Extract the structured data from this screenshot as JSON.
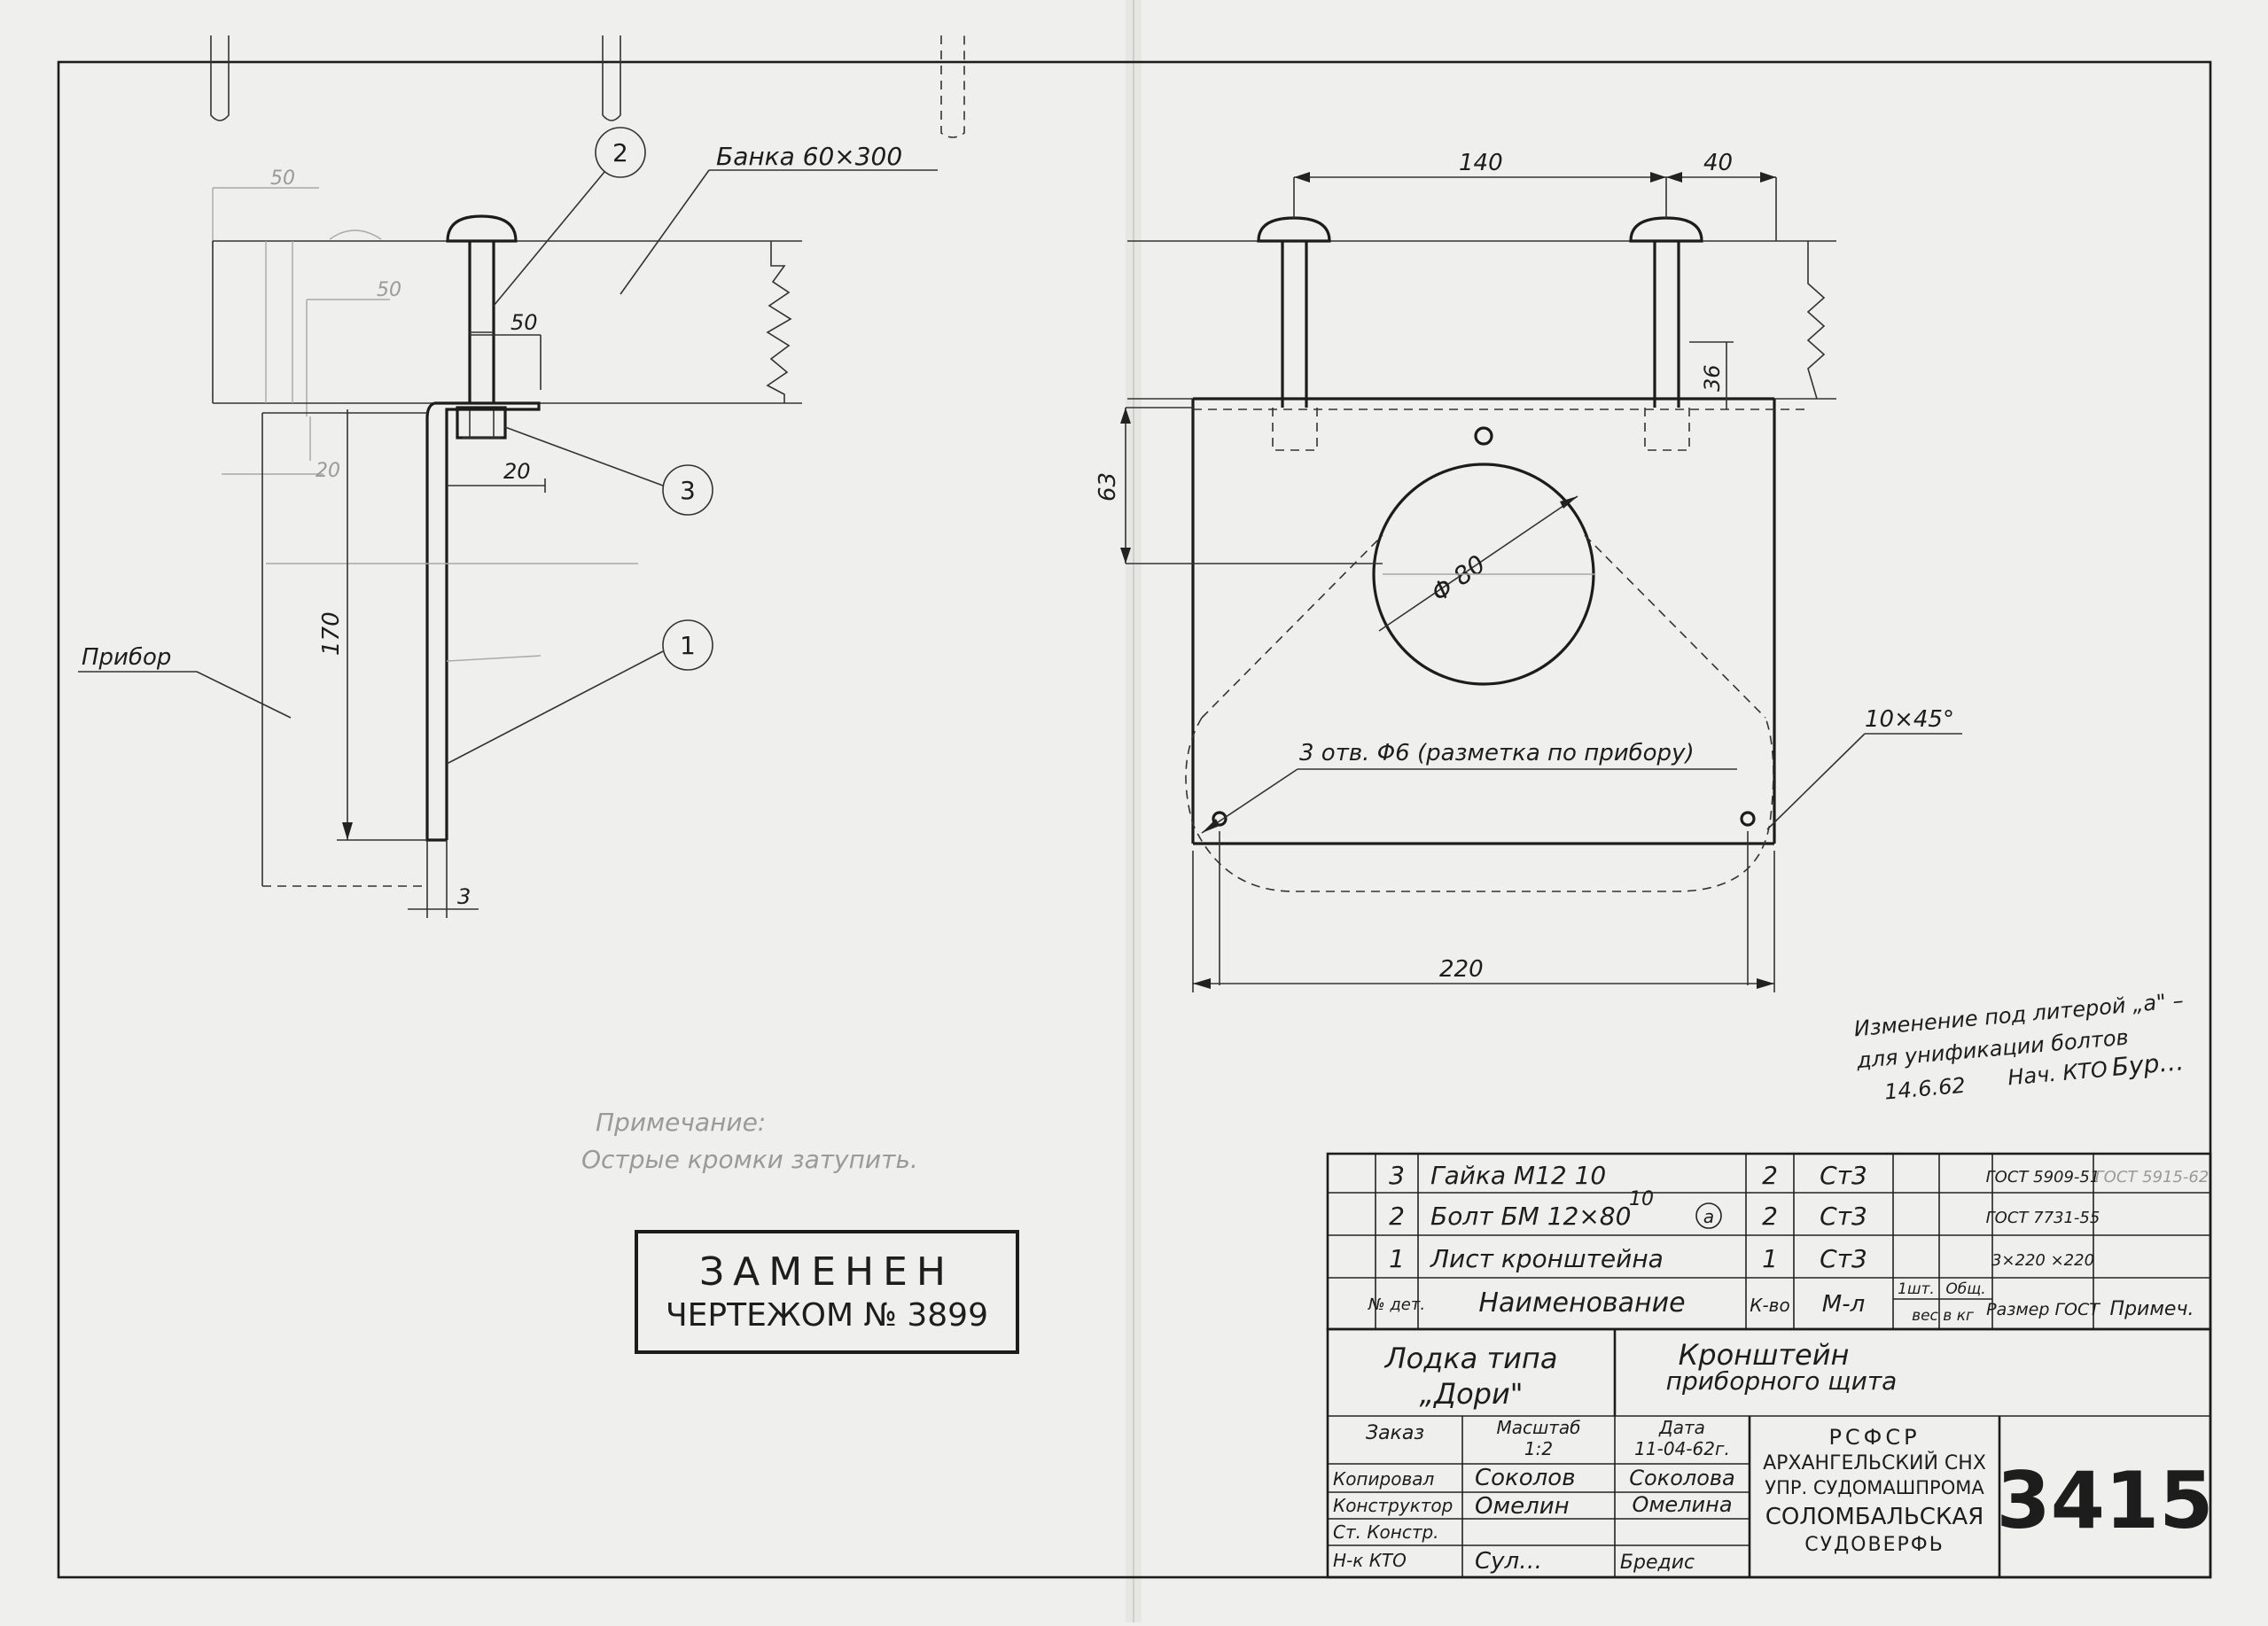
{
  "drawing": {
    "callout_1": "1",
    "callout_2": "2",
    "callout_3": "3",
    "label_banka": "Банка  60×300",
    "label_pribor": "Прибор",
    "faint_dim_50a": "50",
    "faint_dim_50b": "50",
    "faint_dim_20": "20",
    "dim_50": "50",
    "dim_20": "20",
    "dim_170": "170",
    "dim_3": "3",
    "dim_140": "140",
    "dim_40": "40",
    "dim_36": "36",
    "dim_63": "63",
    "dim_phi80": "Φ 80",
    "dim_220": "220",
    "note_holes": "3 отв. Φ6  (разметка по прибору)",
    "note_chamfer": "10×45°",
    "note_title": "Примечание:",
    "note_text": "Острые кромки затупить."
  },
  "stamp": {
    "line1": "ЗАМЕНЕН",
    "line2": "ЧЕРТЕЖОМ № 3899"
  },
  "revision": {
    "line1": "Изменение под литерой „а\" –",
    "line2": "для унификации болтов",
    "date": "14.6.62",
    "author": "Нач. КТО",
    "signature": "Бур…"
  },
  "bom": {
    "rows": [
      {
        "no": "3",
        "name": "Гайка  М12 10",
        "qty": "2",
        "material": "Ст3",
        "std": "ГОСТ 5909-51",
        "note": "ГОСТ 5915-62"
      },
      {
        "no": "2",
        "name": "Болт  БМ 12×80",
        "qty": "2",
        "material": "Ст3",
        "std": "ГОСТ 7731-55",
        "note": ""
      },
      {
        "no": "1",
        "name": "Лист кронштейна",
        "qty": "1",
        "material": "Ст3",
        "std": "3×220 ×220",
        "note": ""
      }
    ],
    "bolt_fix": "10",
    "bolt_mark": "а",
    "header": {
      "no": "№ дет.",
      "name": "Наименование",
      "qty": "К-во",
      "material": "М-л",
      "weight_one": "1шт.",
      "weight_total": "Общ.",
      "weight_unit": "вес в кг",
      "std": "Размер ГОСТ",
      "note": "Примеч."
    }
  },
  "titleblock": {
    "boat": "Лодка типа",
    "boat_name": "„Дори\"",
    "part_name": "Кронштейн",
    "part_name2": "приборного щита",
    "order_label": "Заказ",
    "scale_label": "Масштаб",
    "scale_value": "1:2",
    "date_label": "Дата",
    "date_value": "11-04-62г.",
    "role_copied": "Копировал",
    "role_designer": "Конструктор",
    "role_senior": "Ст. Констр.",
    "role_nk": "Н-к КТО",
    "name_copied_sig": "Соколов",
    "name_copied": "Соколова",
    "name_designer_sig": "Омелин",
    "name_designer": "Омелина",
    "name_nk_sig": "Сул…",
    "name_nk": "Бредис",
    "org1": "РСФСР",
    "org2": "АРХАНГЕЛЬСКИЙ СНХ",
    "org3": "УПР. СУДОМАШПРОМА",
    "org4": "СОЛОМБАЛЬСКАЯ",
    "org5": "СУДОВЕРФЬ",
    "number": "3415"
  }
}
